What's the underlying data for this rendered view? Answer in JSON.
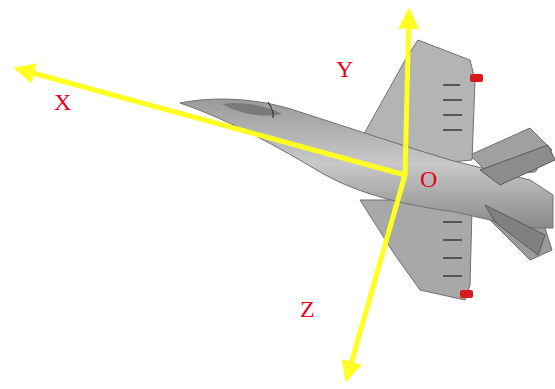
{
  "diagram": {
    "labels": [
      "X",
      "Y",
      "O",
      "Z"
    ]
  }
}
